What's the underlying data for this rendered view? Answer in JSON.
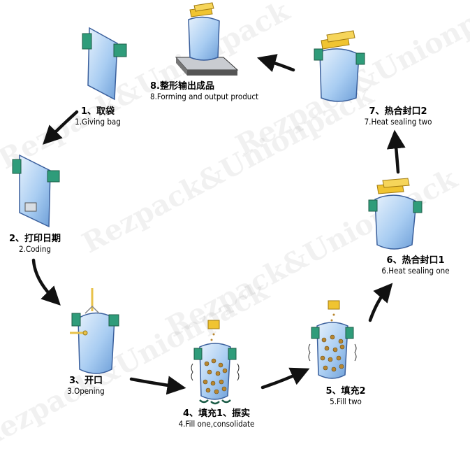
{
  "watermark": "Rezpack&Unionpack",
  "colors": {
    "bag_fill": "#a9cdf2",
    "bag_stroke": "#3a5f9c",
    "clamp": "#2f9c7a",
    "jaw": "#f0c431",
    "arrow": "#111111",
    "product": "#b8862f"
  },
  "steps": [
    {
      "cn": "1、取袋",
      "en": "1.Giving bag"
    },
    {
      "cn": "2、打印日期",
      "en": "2.Coding"
    },
    {
      "cn": "3、开口",
      "en": "3.Opening"
    },
    {
      "cn": "4、填充1、振实",
      "en": "4.Fill one,consolidate"
    },
    {
      "cn": "5、填充2",
      "en": "5.Fill two"
    },
    {
      "cn": "6、热合封口1",
      "en": "6.Heat sealing one"
    },
    {
      "cn": "7、热合封口2",
      "en": "7.Heat sealing two"
    },
    {
      "cn": "8.整形输出成品",
      "en": "8.Forming and output product"
    }
  ]
}
